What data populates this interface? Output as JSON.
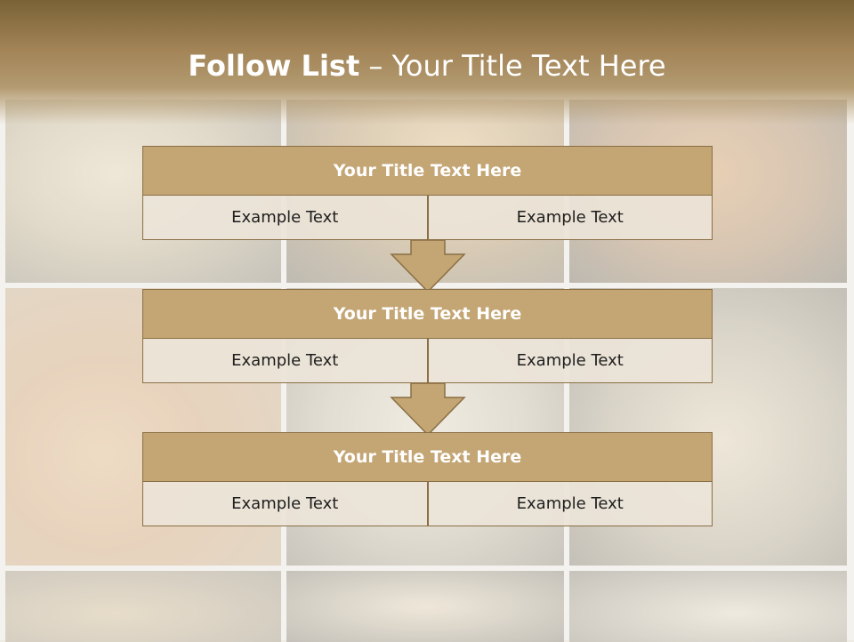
{
  "slide": {
    "title_bold": "Follow List",
    "title_rest": "– Your Title Text Here"
  },
  "blocks": [
    {
      "title": "Your Title Text Here",
      "left": "Example Text",
      "right": "Example Text"
    },
    {
      "title": "Your Title Text Here",
      "left": "Example Text",
      "right": "Example Text"
    },
    {
      "title": "Your Title Text Here",
      "left": "Example Text",
      "right": "Example Text"
    }
  ],
  "colors": {
    "header": "#a28457",
    "block_title": "#c4a574",
    "border": "#8a6f44"
  }
}
